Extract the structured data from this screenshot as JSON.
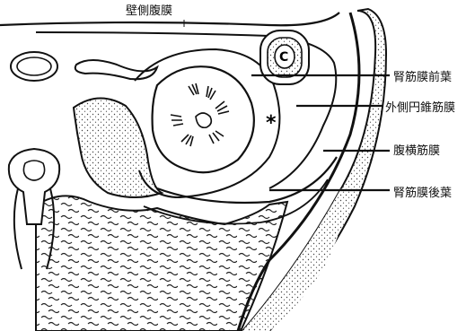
{
  "labels": {
    "parietal_peritoneum": "壁側腹膜",
    "anterior_renal_fascia": "腎筋膜前葉",
    "lateroconal_fascia": "外側円錐筋膜",
    "transversalis_fascia": "腹横筋膜",
    "posterior_renal_fascia": "腎筋膜後葉",
    "colon_marker": "C",
    "asterisk_marker": "*"
  },
  "colors": {
    "line": "#111111",
    "background": "#ffffff",
    "texture_fill": "#cfcfcf"
  }
}
